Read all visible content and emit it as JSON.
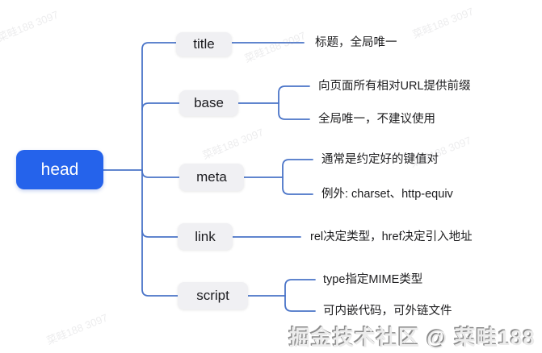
{
  "root": {
    "label": "head"
  },
  "branches": [
    {
      "label": "title",
      "leaves": [
        "标题，全局唯一"
      ]
    },
    {
      "label": "base",
      "leaves": [
        "向页面所有相对URL提供前缀",
        "全局唯一，不建议使用"
      ]
    },
    {
      "label": "meta",
      "leaves": [
        "通常是约定好的键值对",
        "例外: charset、http-equiv"
      ]
    },
    {
      "label": "link",
      "leaves": [
        "rel决定类型，href决定引入地址"
      ]
    },
    {
      "label": "script",
      "leaves": [
        "type指定MIME类型",
        "可内嵌代码，可外链文件"
      ]
    }
  ],
  "watermark": {
    "attribution": "掘金技术社区 @ 菜畦188",
    "faint_text": "菜畦188 3097"
  },
  "colors": {
    "root_bg": "#2563eb",
    "node_bg": "#f0f0f3",
    "line": "#4a74c8"
  }
}
